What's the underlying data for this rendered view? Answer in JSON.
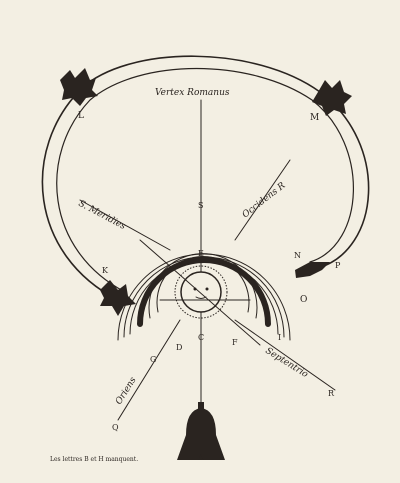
{
  "labels": {
    "vertex": "Vertex Romanus",
    "meridies": "S. Meridies",
    "occidens": "Occidens R",
    "oriens": "Oriens",
    "septentrio": "Septentrio"
  },
  "letters": {
    "A": "A",
    "C": "C",
    "D": "D",
    "E": "E",
    "F": "F",
    "G": "G",
    "I": "I",
    "K": "K",
    "L": "L",
    "M": "M",
    "N": "N",
    "O": "O",
    "P": "P",
    "Q": "Q",
    "R": "R",
    "S": "S"
  },
  "caption": "Les lettres B et H manquent.",
  "colors": {
    "ink": "#2a2420",
    "paper": "#f3efe3"
  }
}
